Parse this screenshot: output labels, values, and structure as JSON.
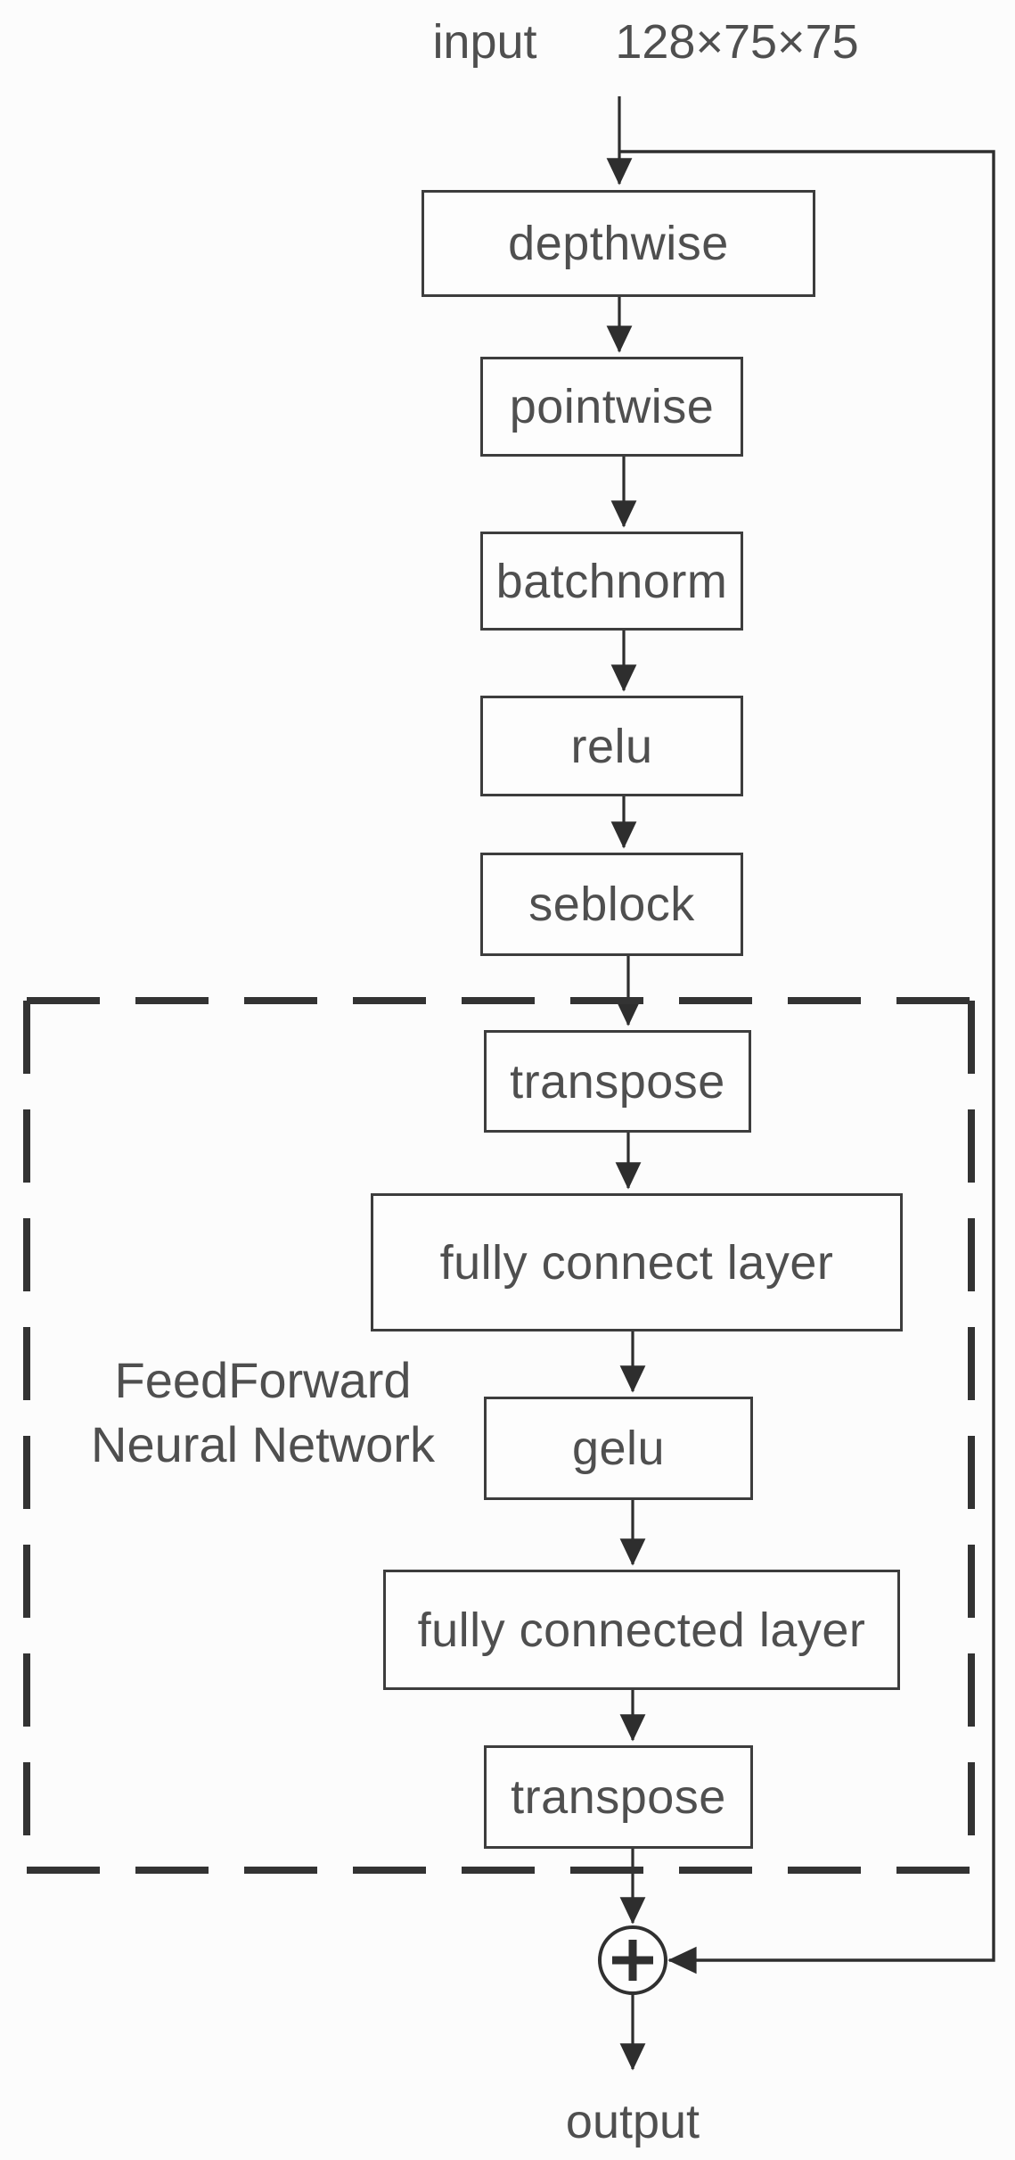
{
  "figure": {
    "type": "flowchart",
    "title_semantics": "convolution block with squeeze-excitation and feed-forward network, with residual skip connection",
    "input": {
      "label": "input",
      "dims": "128×75×75"
    },
    "output": {
      "label": "output"
    },
    "group": {
      "label_line1": "FeedForward",
      "label_line2": "Neural Network"
    },
    "nodes": [
      {
        "id": "depthwise",
        "label": "depthwise"
      },
      {
        "id": "pointwise",
        "label": "pointwise"
      },
      {
        "id": "batchnorm",
        "label": "batchnorm"
      },
      {
        "id": "relu",
        "label": "relu"
      },
      {
        "id": "seblock",
        "label": "seblock"
      },
      {
        "id": "transpose-1",
        "label": "transpose"
      },
      {
        "id": "fully-connect-layer",
        "label": "fully connect layer"
      },
      {
        "id": "gelu",
        "label": "gelu"
      },
      {
        "id": "fully-connected-layer",
        "label": "fully connected layer"
      },
      {
        "id": "transpose-2",
        "label": "transpose"
      }
    ],
    "sum_symbol": "+",
    "edges": [
      "input -> depthwise",
      "depthwise -> pointwise",
      "pointwise -> batchnorm",
      "batchnorm -> relu",
      "relu -> seblock",
      "seblock -> transpose-1",
      "transpose-1 -> fully-connect-layer",
      "fully-connect-layer -> gelu",
      "gelu -> fully-connected-layer",
      "fully-connected-layer -> transpose-2",
      "transpose-2 -> sum",
      "input -> sum (skip connection)",
      "sum -> output"
    ],
    "colors": {
      "background": "#fcfcfc",
      "line": "#2e2e2e",
      "box_border": "#3d3d3d",
      "text": "#4f4f4f",
      "dashed_outline": "#333333"
    }
  }
}
